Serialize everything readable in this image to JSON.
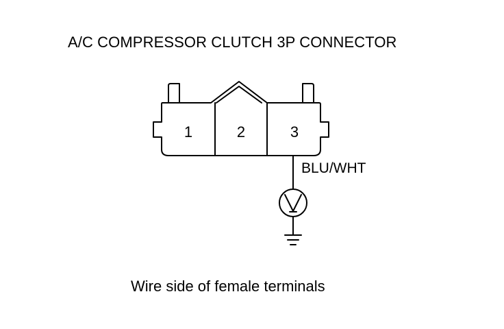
{
  "title": "A/C COMPRESSOR CLUTCH 3P CONNECTOR",
  "terminals": [
    "1",
    "2",
    "3"
  ],
  "wire_color_label": "BLU/WHT",
  "caption": "Wire side of female terminals",
  "icons": {
    "meter": "voltmeter-icon",
    "ground": "ground-icon"
  }
}
